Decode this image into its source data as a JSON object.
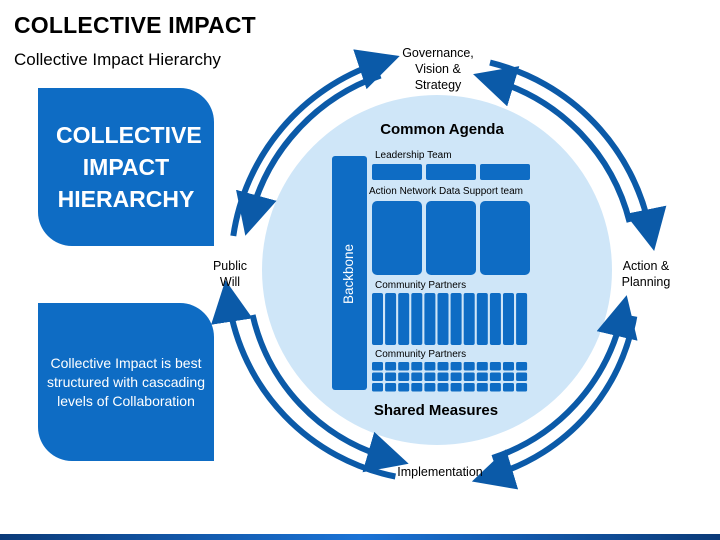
{
  "title": "COLLECTIVE IMPACT",
  "subtitle": "Collective Impact Hierarchy",
  "left_box_top": {
    "lines": [
      "COLLECTIVE",
      "IMPACT",
      "HIERARCHY"
    ]
  },
  "left_box_bottom": {
    "text": "Collective Impact is best structured with cascading levels of Collaboration"
  },
  "cycle": {
    "top": [
      "Governance,",
      "Vision &",
      "Strategy"
    ],
    "right": [
      "Action &",
      "Planning"
    ],
    "bottom": [
      "Implementation"
    ],
    "left": [
      "Public",
      "Will"
    ]
  },
  "circle": {
    "heading": "Common Agenda",
    "footer": "Shared Measures",
    "backbone": "Backbone",
    "rows": [
      {
        "label": "Leadership Team",
        "count": 3
      },
      {
        "label": "Action Network Data Support team",
        "count": 3
      },
      {
        "label": "Community Partners",
        "count": 12
      },
      {
        "label": "Community Partners",
        "count": 36
      }
    ]
  },
  "colors": {
    "primary": "#0e6cc4",
    "arrow": "#0b5aa8",
    "circle_fill": "#cfe6f8"
  }
}
